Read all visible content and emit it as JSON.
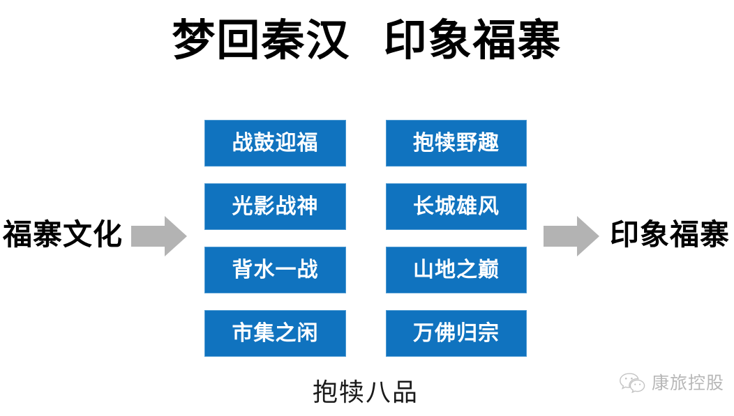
{
  "slide": {
    "title": "梦回秦汉  印象福寨",
    "background_color": "#ffffff",
    "caption": "抱犊八品"
  },
  "flow": {
    "input_label": "福寨文化",
    "output_label": "印象福寨",
    "arrow_color": "#b3b3b3",
    "arrow_left_name": "arrow-right-icon",
    "arrow_right_name": "arrow-right-icon"
  },
  "boxes": {
    "accent_color": "#1073bf",
    "border_color": "#4e9ad2",
    "text_color": "#ffffff",
    "left_column": [
      {
        "label": "战鼓迎福"
      },
      {
        "label": "光影战神"
      },
      {
        "label": "背水一战"
      },
      {
        "label": "市集之闲"
      }
    ],
    "right_column": [
      {
        "label": "抱犊野趣"
      },
      {
        "label": "长城雄风"
      },
      {
        "label": "山地之巅"
      },
      {
        "label": "万佛归宗"
      }
    ]
  },
  "watermark": {
    "icon": "wechat-icon",
    "text": "康旅控股"
  }
}
